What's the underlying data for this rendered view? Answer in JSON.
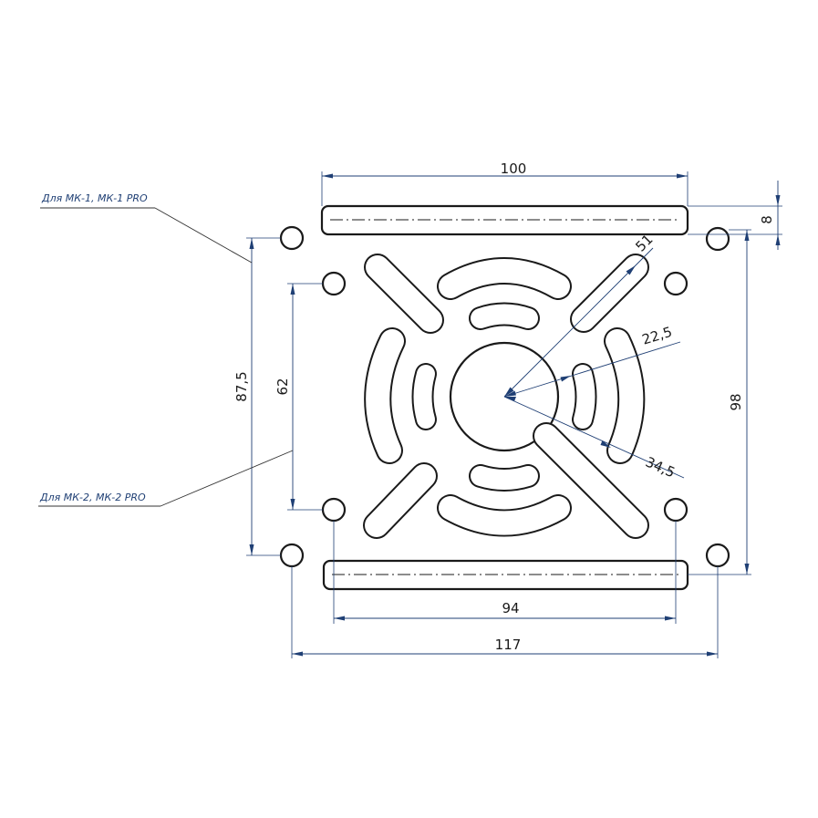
{
  "diagram": {
    "colors": {
      "line": "#1a1a1a",
      "dimension": "#1f3f74",
      "note": "#1f3f74"
    },
    "notes": {
      "mk1": "Для МК-1, МК-1 PRO",
      "mk2": "Для МК-2, МК-2 PRO"
    },
    "dimensions": {
      "top_width": "100",
      "rail_height": "8",
      "hole_span_right": "98",
      "hole_span_outer": "87,5",
      "hole_span_inner": "62",
      "inner_width": "94",
      "outer_width": "117",
      "radius_51": "51",
      "radius_22": "22,5",
      "radius_34": "34,5"
    }
  }
}
